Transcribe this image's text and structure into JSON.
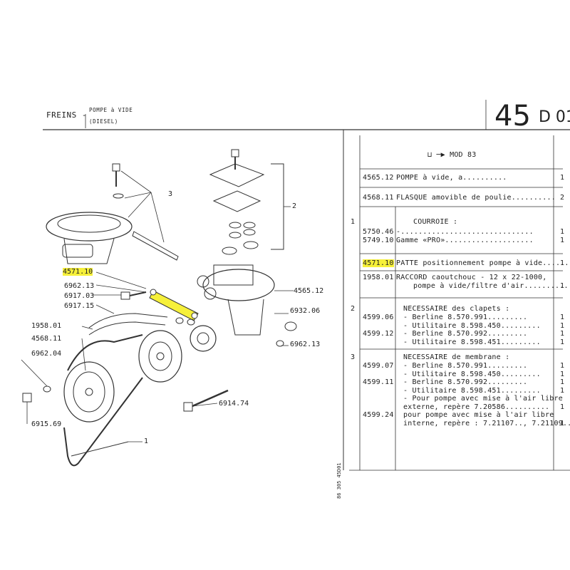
{
  "header": {
    "section": "FREINS -",
    "sub1": "POMPE à VIDE",
    "sub2": "(DIESEL)",
    "page_number": "45",
    "page_code": "D 01"
  },
  "diagram": {
    "label_4571": "4571.10",
    "label_6962_13a": "6962.13",
    "label_6917_03": "6917.03",
    "label_6917_15": "6917.15",
    "label_1958": "1958.01",
    "label_4568": "4568.11",
    "label_6962_04": "6962.04",
    "label_6915": "6915.69",
    "label_6914": "6914.74",
    "label_4565": "4565.12",
    "label_6932": "6932.06",
    "label_6962_13b": "6962.13",
    "label_3": "3",
    "label_2": "2",
    "label_1": "1",
    "side_ref": "86 305 45D01"
  },
  "parts": {
    "mod_line": "MOD 83",
    "rows": [
      {
        "group": "",
        "code": "4565.12",
        "text": "POMPE à vide,",
        "extra": "a..........",
        "qty": "1"
      },
      {
        "group": "",
        "code": "4568.11",
        "text": "FLASQUE amovible de poulie..........",
        "extra": "",
        "qty": "2"
      },
      {
        "group": "",
        "code": "",
        "text": "COURROIE :",
        "extra": "",
        "qty": ""
      },
      {
        "group": "1",
        "code": "5750.46",
        "text": "-..............................",
        "extra": "",
        "qty": "1"
      },
      {
        "group": "",
        "code": "5749.10",
        "text": "Gamme «PRO»....................",
        "extra": "",
        "qty": "1"
      },
      {
        "group": "",
        "code": "4571.10",
        "text": "PATTE positionnement pompe à vide........",
        "extra": "",
        "qty": "1"
      },
      {
        "group": "",
        "code": "1958.01",
        "text": "RACCORD caoutchouc - 12 x 22-1000,",
        "extra": "",
        "qty": ""
      },
      {
        "group": "",
        "code": "",
        "text": "pompe à vide/filtre d'air..........",
        "extra": "",
        "qty": "1"
      }
    ],
    "groups": [
      {
        "num": "2",
        "title": "NECESSAIRE  des clapets :",
        "lines": [
          {
            "code": "4599.06",
            "text": "- Berline      8.570.991.........",
            "qty": "1"
          },
          {
            "code": "",
            "text": "- Utilitaire   8.598.450.........",
            "qty": "1"
          },
          {
            "code": "4599.12",
            "text": "- Berline      8.570.992.........",
            "qty": "1"
          },
          {
            "code": "",
            "text": "- Utilitaire   8.598.451.........",
            "qty": "1"
          }
        ]
      },
      {
        "num": "3",
        "title": "NECESSAIRE  de membrane :",
        "lines": [
          {
            "code": "4599.07",
            "text": "- Berline      8.570.991.........",
            "qty": "1"
          },
          {
            "code": "",
            "text": "- Utilitaire   8.598.450.........",
            "qty": "1"
          },
          {
            "code": "4599.11",
            "text": "- Berline      8.570.992.........",
            "qty": "1"
          },
          {
            "code": "",
            "text": "- Utilitaire   8.598.451.........",
            "qty": "1"
          },
          {
            "code": "",
            "text": "- Pour pompe avec mise à l'air libre",
            "qty": ""
          },
          {
            "code": "",
            "text": "  externe, repère 7.20586..........",
            "qty": "1"
          },
          {
            "code": "4599.24",
            "text": "pour pompe avec mise à l'air libre",
            "qty": ""
          },
          {
            "code": "",
            "text": "interne, repère : 7.21107.., 7.21109...",
            "qty": "1"
          }
        ]
      }
    ]
  },
  "colors": {
    "highlight": "#f6f03a",
    "ink": "#222222"
  }
}
